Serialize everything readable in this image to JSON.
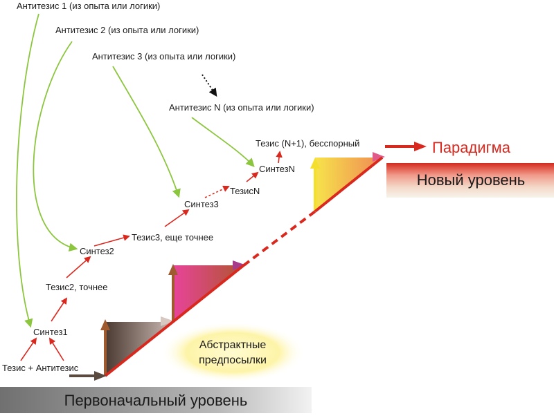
{
  "labels": {
    "antithesis1": "Антитезис 1 (из опыта или логики)",
    "antithesis2": "Антитезис 2 (из опыта или логики)",
    "antithesis3": "Антитезис 3 (из опыта или логики)",
    "antithesisN": "Антитезис N (из опыта или логики)",
    "thesisN1": "Тезис (N+1), бесспорный",
    "paradigm": "Парадигма",
    "newLevel": "Новый уровень",
    "synthesisN": "СинтезN",
    "thesisN": "ТезисN",
    "synthesis3": "Синтез3",
    "thesis3": "Тезис3, еще точнее",
    "synthesis2": "Синтез2",
    "thesis2": "Тезис2, точнее",
    "synthesis1": "Синтез1",
    "thesisAntithesis": "Тезис + Антитезис",
    "abstract1": "Абстрактные",
    "abstract2": "предпосылки",
    "initialLevel": "Первоначальный уровень"
  },
  "colors": {
    "green": "#8cc63f",
    "red": "#d9281e",
    "darkRed": "#c0241b",
    "paradigm": "#d9281e"
  }
}
